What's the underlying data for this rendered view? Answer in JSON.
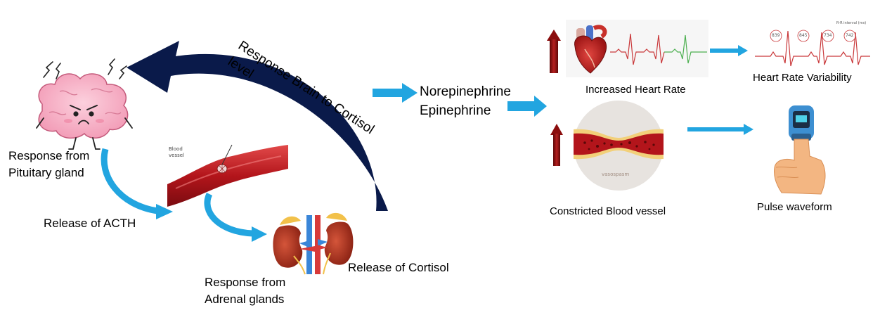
{
  "labels": {
    "pituitary": "Response from\nPituitary gland",
    "acth": "Release of ACTH",
    "adrenal": "Response from\nAdrenal glands",
    "cortisol": "Release of Cortisol",
    "brain_response": "Response Brain to Cortisol\nlevel",
    "hormones": "Norepinephrine\nEpinephrine",
    "heart_rate": "Increased Heart Rate",
    "hrv": "Heart Rate Variability",
    "blood_vessel": "Constricted Blood vessel",
    "pulse": "Pulse waveform"
  },
  "image_text": {
    "blood_vessel_caption": "Blood\nvessel",
    "vasospasm": "vasospasm",
    "rr_interval": "R-R interval (ms)",
    "rr_values": [
      "839",
      "845",
      "734",
      "742"
    ]
  },
  "colors": {
    "dark_arrow": "#0a1a4a",
    "blue_arrow": "#22a5e0",
    "up_arrow": "#8b0d0d",
    "brain_pink": "#f6a9c1",
    "blood_red": "#b3151b",
    "ecg_red": "#c9383a",
    "ecg_green": "#4caf50"
  },
  "icons": [
    "brain-icon",
    "blood-vessel-icon",
    "kidney-icon",
    "heart-icon",
    "ecg-icon",
    "hrv-icon",
    "constricted-vessel-icon",
    "pulse-oximeter-icon"
  ]
}
